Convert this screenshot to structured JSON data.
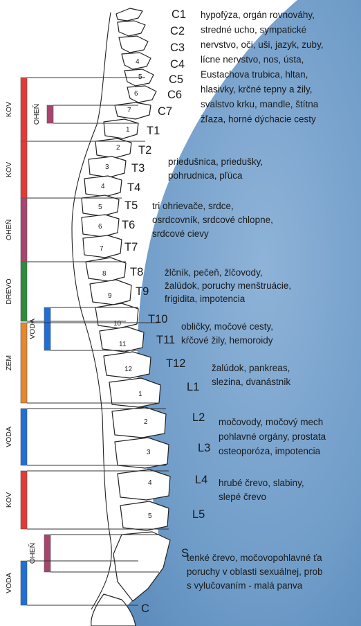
{
  "colors": {
    "metal": "#e53935",
    "fire": "#a8456e",
    "wood": "#2e8b3c",
    "water": "#1f6fd6",
    "earth": "#e8872b",
    "background_blue": "#7ea6cf",
    "line": "#222222"
  },
  "segments": [
    {
      "id": "C1",
      "label": "C1"
    },
    {
      "id": "C2",
      "label": "C2"
    },
    {
      "id": "C3",
      "label": "C3"
    },
    {
      "id": "C4",
      "label": "C4"
    },
    {
      "id": "C5",
      "label": "C5"
    },
    {
      "id": "C6",
      "label": "C6"
    },
    {
      "id": "C7",
      "label": "C7"
    },
    {
      "id": "T1",
      "label": "T1"
    },
    {
      "id": "T2",
      "label": "T2"
    },
    {
      "id": "T3",
      "label": "T3"
    },
    {
      "id": "T4",
      "label": "T4"
    },
    {
      "id": "T5",
      "label": "T5"
    },
    {
      "id": "T6",
      "label": "T6"
    },
    {
      "id": "T7",
      "label": "T7"
    },
    {
      "id": "T8",
      "label": "T8"
    },
    {
      "id": "T9",
      "label": "T9"
    },
    {
      "id": "T10",
      "label": "T10"
    },
    {
      "id": "T11",
      "label": "T11"
    },
    {
      "id": "T12",
      "label": "T12"
    },
    {
      "id": "L1",
      "label": "L1"
    },
    {
      "id": "L2",
      "label": "L2"
    },
    {
      "id": "L3",
      "label": "L3"
    },
    {
      "id": "L4",
      "label": "L4"
    },
    {
      "id": "L5",
      "label": "L5"
    },
    {
      "id": "S",
      "label": "S"
    },
    {
      "id": "C",
      "label": "C"
    }
  ],
  "vertebra_numbers": [
    "4",
    "5",
    "6",
    "7",
    "1",
    "2",
    "3",
    "4",
    "5",
    "6",
    "7",
    "8",
    "9",
    "10",
    "11",
    "12",
    "1",
    "2",
    "3",
    "4",
    "5"
  ],
  "elements": [
    {
      "label": "KOV",
      "color": "metal"
    },
    {
      "label": "OHEŇ",
      "color": "fire"
    },
    {
      "label": "KOV",
      "color": "metal"
    },
    {
      "label": "OHEŇ",
      "color": "fire"
    },
    {
      "label": "DREVO",
      "color": "wood"
    },
    {
      "label": "VODA",
      "color": "water"
    },
    {
      "label": "ZEM",
      "color": "earth"
    },
    {
      "label": "VODA",
      "color": "water"
    },
    {
      "label": "KOV",
      "color": "metal"
    },
    {
      "label": "OHEŇ",
      "color": "fire"
    },
    {
      "label": "VODA",
      "color": "water"
    }
  ],
  "descriptions": [
    {
      "lines": [
        "hypofýza, orgán rovnováhy,",
        "stredné ucho, sympatické",
        "nervstvo, oči, uši, jazyk, zuby,",
        "lícne nervstvo, nos, ústa,",
        "Eustachova trubica, hltan,",
        "hlasivky, krčné tepny a žily,",
        "svalstvo krku, mandle, štítna",
        "žľaza, horné dýchacie cesty"
      ]
    },
    {
      "lines": [
        "priedušnica, priedušky,",
        "pohrudnica, pľúca"
      ]
    },
    {
      "lines": [
        "tri ohrievače, srdce,",
        "osrdcovník, srdcové chlopne,",
        "srdcové cievy"
      ]
    },
    {
      "lines": [
        "žlčník, pečeň, žlčovody,",
        "žalúdok, poruchy menštruácie,",
        "frigidita, impotencia"
      ]
    },
    {
      "lines": [
        "obličky, močové cesty,",
        "kŕčové žily, hemoroidy"
      ]
    },
    {
      "lines": [
        "žalúdok, pankreas,",
        "slezina, dvanástnik"
      ]
    },
    {
      "lines": [
        "močovody, močový mech",
        "pohlavné orgány, prostata",
        "osteoporóza, impotencia"
      ]
    },
    {
      "lines": [
        "hrubé črevo, slabiny,",
        "slepé črevo"
      ]
    },
    {
      "lines": [
        "tenké črevo, močovopohlavné ťa",
        "poruchy v oblasti sexuálnej, prob",
        "s vylučovaním - malá panva"
      ]
    }
  ]
}
